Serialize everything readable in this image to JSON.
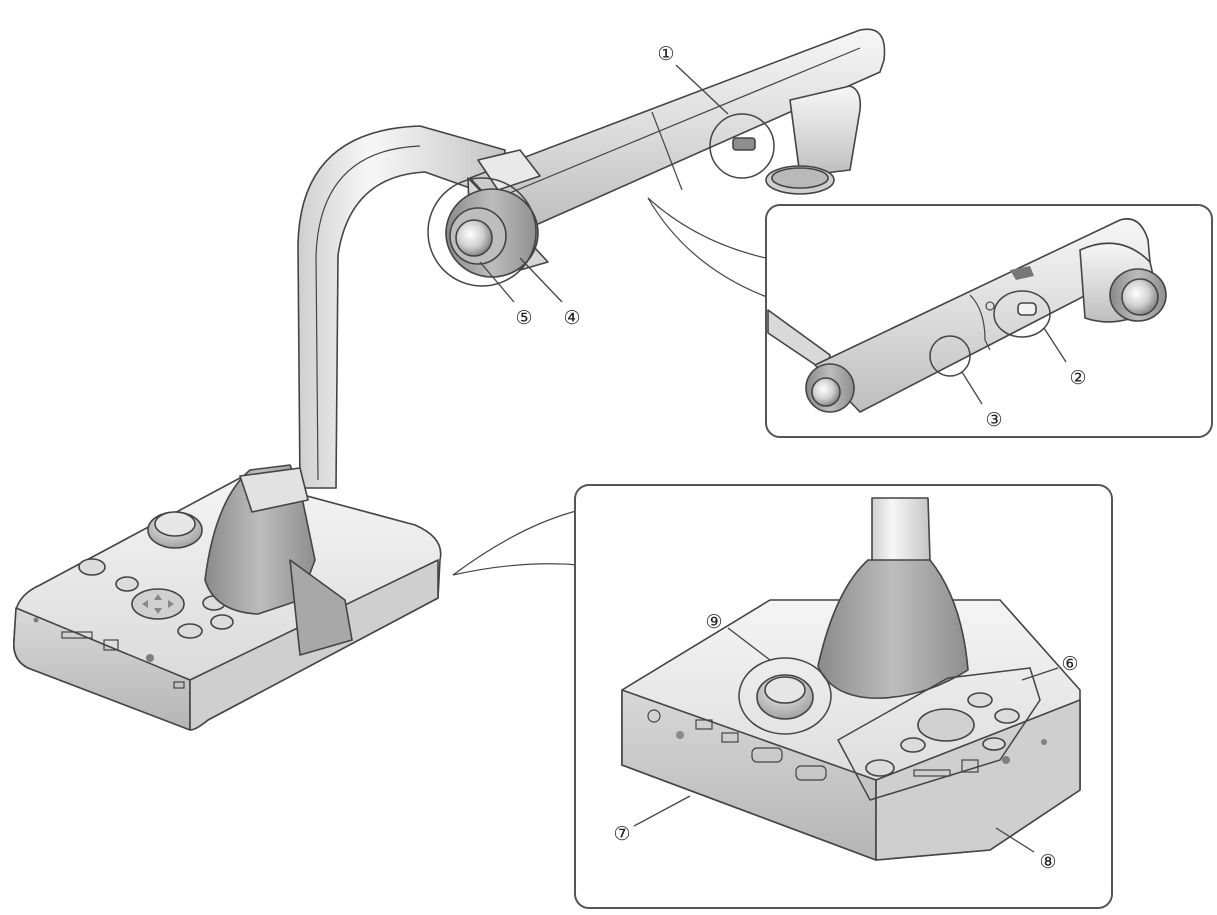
{
  "diagram": {
    "subject": "document camera",
    "callouts": [
      {
        "id": 1,
        "label": "①"
      },
      {
        "id": 2,
        "label": "②"
      },
      {
        "id": 3,
        "label": "③"
      },
      {
        "id": 4,
        "label": "④"
      },
      {
        "id": 5,
        "label": "⑤"
      },
      {
        "id": 6,
        "label": "⑥"
      },
      {
        "id": 7,
        "label": "⑦"
      },
      {
        "id": 8,
        "label": "⑧"
      },
      {
        "id": 9,
        "label": "⑨"
      }
    ],
    "colors": {
      "outline": "#444444",
      "light_body": "#eeeeee",
      "mid_gray": "#cfcfcf",
      "dark_gray": "#9a9a9a",
      "panel_border": "#555555"
    }
  }
}
